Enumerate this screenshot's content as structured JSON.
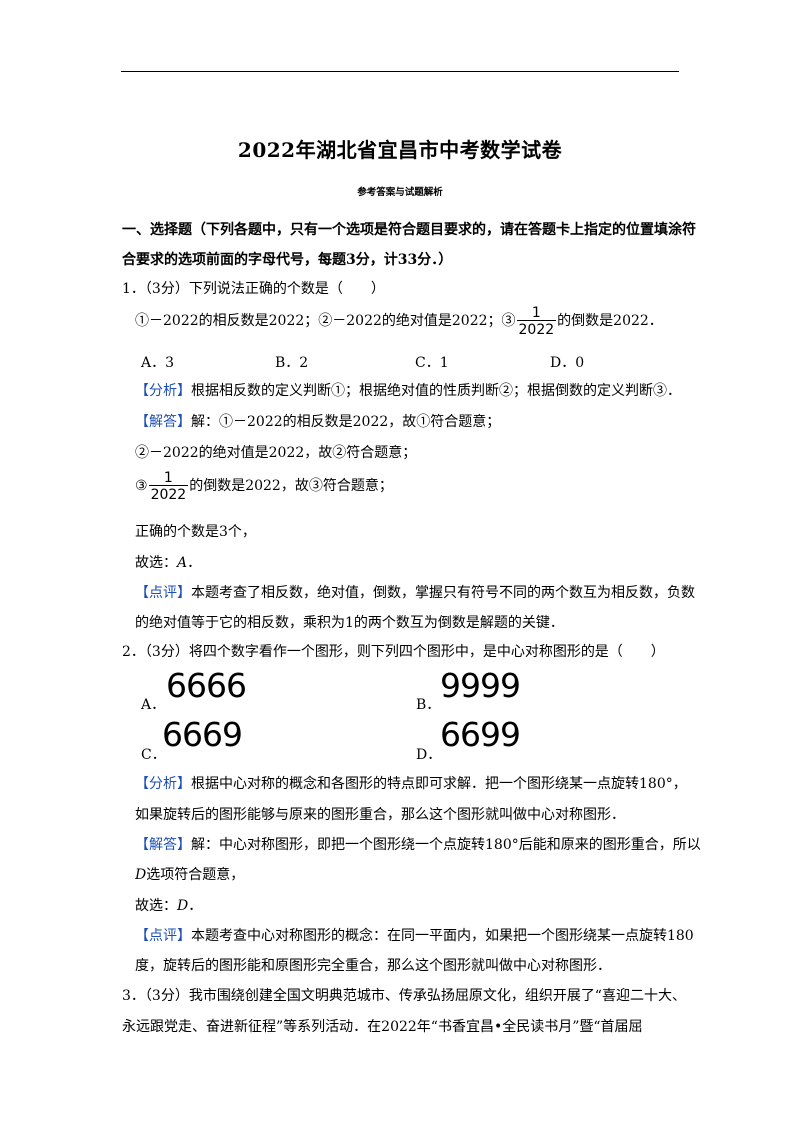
{
  "page": {
    "title": "2022年湖北省宜昌市中考数学试卷",
    "subtitle": "参考答案与试题解析",
    "section": {
      "line1": "一、选择题（下列各题中，只有一个选项是符合题目要求的，请在答题卡上指定的位置填涂符",
      "line2": "合要求的选项前面的字母代号，每题3分，计33分．）"
    }
  },
  "q1": {
    "stem": "1．（3分）下列说法正确的个数是（　　）",
    "stmt_a": "①－2022的相反数是2022；②－2022的绝对值是2022；③",
    "frac_num": "1",
    "frac_den": "2022",
    "stmt_b": "的倒数是2022．",
    "options": [
      "A．3",
      "B．2",
      "C．1",
      "D．0"
    ],
    "analysis_tag": "【分析】",
    "analysis": "根据相反数的定义判断①；根据绝对值的性质判断②；根据倒数的定义判断③．",
    "answer_tag": "【解答】",
    "answer1": "解：①－2022的相反数是2022，故①符合题意；",
    "answer2": "②－2022的绝对值是2022，故②符合题意；",
    "answer3_pre": "③",
    "answer3_post": "的倒数是2022，故③符合题意；",
    "answer4": "正确的个数是3个，",
    "answer5_pre": "故选：",
    "answer5_choice": "A",
    "answer5_post": "．",
    "comment_tag": "【点评】",
    "comment1": "本题考查了相反数，绝对值，倒数，掌握只有符号不同的两个数互为相反数，负数",
    "comment2": "的绝对值等于它的相反数，乘积为1的两个数互为倒数是解题的关键．"
  },
  "q2": {
    "stem": "2．（3分）将四个数字看作一个图形，则下列四个图形中，是中心对称图形的是（　　）",
    "options": [
      {
        "label": "A．",
        "figure": "6666"
      },
      {
        "label": "B．",
        "figure": "9999"
      },
      {
        "label": "C．",
        "figure": "6669"
      },
      {
        "label": "D．",
        "figure": "6699"
      }
    ],
    "analysis_tag": "【分析】",
    "analysis1": "根据中心对称的概念和各图形的特点即可求解．把一个图形绕某一点旋转180°，",
    "analysis2": "如果旋转后的图形能够与原来的图形重合，那么这个图形就叫做中心对称图形．",
    "answer_tag": "【解答】",
    "answer1": "解：中心对称图形，即把一个图形绕一个点旋转180°后能和原来的图形重合，所以",
    "answer2_choice": "D",
    "answer2_post": "选项符合题意，",
    "answer3_pre": "故选：",
    "answer3_choice": "D",
    "answer3_post": "．",
    "comment_tag": "【点评】",
    "comment1": "本题考查中心对称图形的概念：在同一平面内，如果把一个图形绕某一点旋转180",
    "comment2": "度，旋转后的图形能和原图形完全重合，那么这个图形就叫做中心对称图形．"
  },
  "q3": {
    "line1": "3．（3分）我市围绕创建全国文明典范城市、传承弘扬屈原文化，组织开展了“喜迎二十大、",
    "line2": "永远跟党走、奋进新征程”等系列活动．在2022年“书香宜昌•全民读书月”暨“首届屈"
  }
}
